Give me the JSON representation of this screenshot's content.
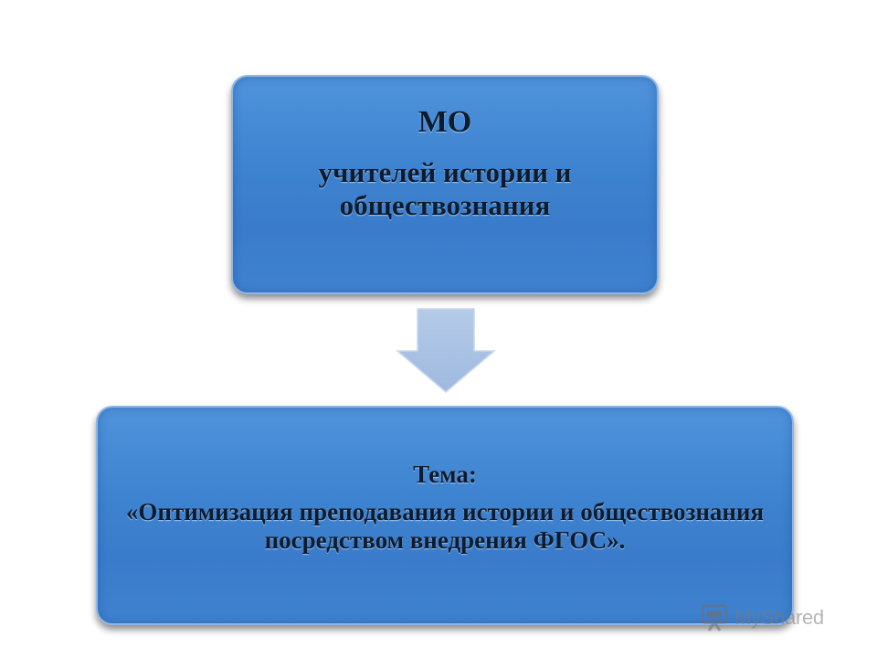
{
  "top_box": {
    "title": "МО",
    "text": "учителей истории и обществознания"
  },
  "connector": {
    "icon": "down-arrow-icon",
    "color": "#a9c1e2"
  },
  "bottom_box": {
    "title": "Тема:",
    "text": "«Оптимизация преподавания истории и обществознания посредством внедрения ФГОС»."
  },
  "watermark": {
    "icon": "presentation-screen-icon",
    "text": "MyShared"
  },
  "colors": {
    "box_fill": "#3f84d0",
    "box_border": "#8fb6e6",
    "text": "#0d1b2e",
    "arrow": "#a9c1e2"
  }
}
